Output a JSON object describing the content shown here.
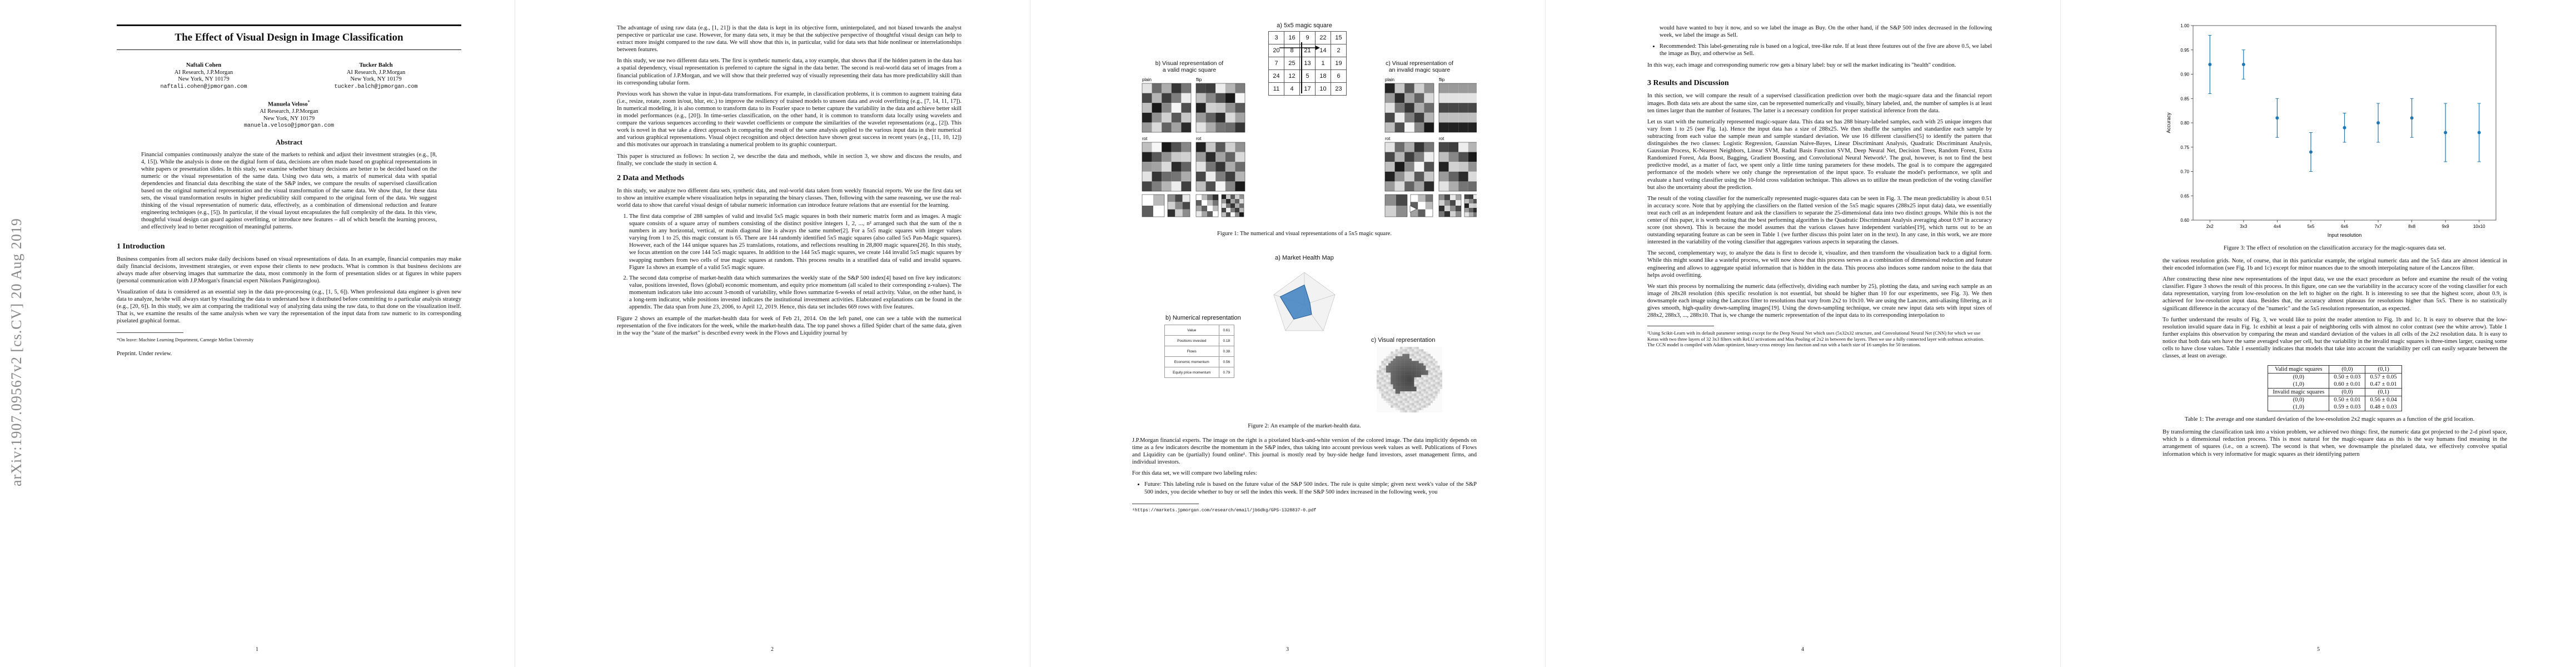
{
  "sidebar": {
    "arxiv_id": "arXiv:1907.09567v2  [cs.CV]  20 Aug 2019"
  },
  "page1": {
    "title": "The Effect of Visual Design in Image Classification",
    "authors": [
      {
        "name": "Naftali Cohen",
        "affil": "AI Research, J.P.Morgan",
        "city": "New York, NY 10179",
        "email": "naftali.cohen@jpmorgan.com"
      },
      {
        "name": "Tucker Balch",
        "affil": "AI Research, J.P.Morgan",
        "city": "New York, NY 10179",
        "email": "tucker.balch@jpmorgan.com"
      },
      {
        "name": "Manuela Veloso",
        "affil": "AI Research, J.P.Morgan",
        "city": "New York, NY 10179",
        "email": "manuela.veloso@jpmorgan.com"
      }
    ],
    "abstract_title": "Abstract",
    "abstract": "Financial companies continuously analyze the state of the markets to rethink and adjust their investment strategies (e.g., [8, 4, 15]). While the analysis is done on the digital form of data, decisions are often made based on graphical representations in white papers or presentation slides. In this study, we examine whether binary decisions are better to be decided based on the numeric or the visual representation of the same data. Using two data sets, a matrix of numerical data with spatial dependencies and financial data describing the state of the S&P index, we compare the results of supervised classification based on the original numerical representation and the visual transformation of the same data. We show that, for these data sets, the visual transformation results in higher predictability skill compared to the original form of the data. We suggest thinking of the visual representation of numeric data, effectively, as a combination of dimensional reduction and feature engineering techniques (e.g., [5]). In particular, if the visual layout encapsulates the full complexity of the data. In this view, thoughtful visual design can guard against overfitting, or introduce new features – all of which benefit the learning process, and effectively lead to better recognition of meaningful patterns.",
    "intro_title": "1   Introduction",
    "intro_p1": "Business companies from all sectors make daily decisions based on visual representations of data. In an example, financial companies may make daily financial decisions, investment strategies, or even expose their clients to new products. What is common is that business decisions are always made after observing images that summarize the data, most commonly in the form of presentation slides or at figures in white papers (personal communication with J.P.Morgan's financial expert Nikolaos Panigirtzoglou).",
    "intro_p2": "Visualization of data is considered as an essential step in the data pre-processing (e.g., [1, 5, 6]). When professional data engineer is given new data to analyze, he/she will always start by visualizing the data to understand how it distributed before committing to a particular analysis strategy (e.g., [20, 6]). In this study, we aim at comparing the traditional way of analyzing data using the raw data, to that done on the visualization itself. That is, we examine the results of the same analysis when we vary the representation of the input data from raw numeric to its corresponding pixelated graphical format.",
    "footnote": "*On leave: Machine Learning Department, Carnegie Mellon University",
    "preprint": "Preprint. Under review."
  },
  "page2": {
    "p1": "The advantage of using raw data (e.g., [1, 21]) is that the data is kept in its objective form, uninterpolated, and not biased towards the analyst perspective or particular use case. However, for many data sets, it may be that the subjective perspective of thoughtful visual design can help to extract more insight compared to the raw data. We will show that this is, in particular, valid for data sets that hide nonlinear or interrelationships between features.",
    "p2": "In this study, we use two different data sets. The first is synthetic numeric data, a toy example, that shows that if the hidden pattern in the data has a spatial dependency, visual representation is preferred to capture the signal in the data better. The second is real-world data set of images from a financial publication of J.P.Morgan, and we will show that their preferred way of visually representing their data has more predictability skill than its corresponding tabular form.",
    "p3": "Previous work has shown the value in input-data transformations. For example, in classification problems, it is common to augment training data (i.e., resize, rotate, zoom in/out, blur, etc.) to improve the resiliency of trained models to unseen data and avoid overfitting (e.g., [7, 14, 11, 17]). In numerical modeling, it is also common to transform data to its Fourier space to better capture the variability in the data and achieve better skill in model performances (e.g., [20]). In time-series classification, on the other hand, it is common to transform data locally using wavelets and compare the various sequences according to their wavelet coefficients or compute the similarities of the wavelet representations (e.g., [2]). This work is novel in that we take a direct approach in comparing the result of the same analysis applied to the various input data in their numerical and various graphical representations. Visual object recognition and object detection have shown great success in recent years (e.g., [11, 10, 12]) and this motivates our approach in translating a numerical problem to its graphic counterpart.",
    "p4": "This paper is structured as follows: In section 2, we describe the data and methods, while in section 3, we show and discuss the results, and finally, we conclude the study in section 4.",
    "sec2_title": "2   Data and Methods",
    "sec2_p1": "In this study, we analyze two different data sets, synthetic data, and real-world data taken from weekly financial reports. We use the first data set to show an intuitive example where visualization helps in separating the binary classes. Then, following with the same reasoning, we use the real-world data to show that careful visual design of tabular numeric information can introduce feature relations that are essential for the learning.",
    "item1": "The first data comprise of 288 samples of valid and invalid 5x5 magic squares in both their numeric matrix form and as images. A magic square consists of a square array of numbers consisting of the distinct positive integers 1, 2, ..., n² arranged such that the sum of the n numbers in any horizontal, vertical, or main diagonal line is always the same number[2]. For a 5x5 magic squares with integer values varying from 1 to 25, this magic constant is 65. There are 144 randomly identified 5x5 magic squares (also called 5x5 Pan-Magic squares). However, each of the 144 unique squares has 25 translations, rotations, and reflections resulting in 28,800 magic squares[26]. In this study, we focus attention on the core 144 5x5 magic squares. In addition to the 144 5x5 magic squares, we create 144 invalid 5x5 magic squares by swapping numbers from two cells of true magic squares at random. This process results in a stratified data of valid and invalid squares. Figure 1a shows an example of a valid 5x5 magic square.",
    "item2": "The second data comprise of market-health data which summarizes the weekly state of the S&P 500 index[4] based on five key indicators: value, positions invested, flows (global) economic momentum, and equity price momentum (all scaled to their corresponding z-values). The momentum indicators take into account 3-month of variability, while flows summarize 6-weeks of retail activity. Value, on the other hand, is a long-term indicator, while positions invested indicates the institutional investment activities. Elaborated explanations can be found in the appendix. The data span from June 23, 2006, to April 12, 2019. Hence, this data set includes 669 rows with five features.",
    "p_after": "Figure 2 shows an example of the market-health data for week of Feb 21, 2014. On the left panel, one can see a table with the numerical representation of the five indicators for the week, while the market-health data. The top panel shows a filled Spider chart of the same data, given in the way the \"state of the market\" is described every week in the Flows and Liquidity journal by"
  },
  "page3": {
    "fig1": {
      "label_a": "a) 5x5 magic square",
      "label_b": "b) Visual representation of a valid magic square",
      "label_c": "c) Visual representation of an invalid magic square",
      "magic_rows": [
        [
          3,
          16,
          9,
          22,
          15
        ],
        [
          20,
          8,
          21,
          14,
          2
        ],
        [
          7,
          25,
          13,
          1,
          19
        ],
        [
          24,
          12,
          5,
          18,
          6
        ],
        [
          11,
          4,
          17,
          10,
          23
        ]
      ],
      "plain": "plain",
      "flip": "flip",
      "rot": "rot",
      "caption": "Figure 1: The numerical and visual representations of a 5x5 magic square."
    },
    "fig2": {
      "label_a": "a) Market Health Map",
      "label_b": "b) Numerical representation",
      "label_c": "c) Visual representation",
      "table_rows": [
        [
          "Value",
          "0.61"
        ],
        [
          "Positions invested",
          "0.18"
        ],
        [
          "Flows",
          "0.38"
        ],
        [
          "Economic momentum",
          "0.56"
        ],
        [
          "Equity price momentum",
          "0.79"
        ]
      ],
      "caption": "Figure 2: An example of the market-health data."
    },
    "p1": "J.P.Morgan financial experts. The image on the right is a pixelated black-and-white version of the colored image. The data implicitly depends on time as a few indicators describe the momentum in the S&P index, thus taking into account previous week values as well. Publications of Flows and Liquidity can be (partially) found online¹. This journal is mostly read by buy-side hedge fund investors, asset management firms, and individual investors.",
    "p2": "For this data set, we will compare two labeling rules:",
    "bullet1": "Future: This labeling rule is based on the future value of the S&P 500 index. The rule is quite simple; given next week's value of the S&P 500 index, you decide whether to buy or sell the index this week. If the S&P 500 index increased in the following week, you",
    "footnote": "¹https://markets.jpmorgan.com/research/email/jb6dkg/GPS-1328837-0.pdf"
  },
  "page4": {
    "p0": "would have wanted to buy it now, and so we label the image as Buy. On the other hand, if the S&P 500 index decreased in the following week, we label the image as Sell.",
    "bullet2": "Recommended: This label-generating rule is based on a logical, tree-like rule. If at least three features out of the five are above 0.5, we label the image as Buy, and otherwise as Sell.",
    "p1": "In this way, each image and corresponding numeric row gets a binary label: buy or sell the market indicating its \"health\" condition.",
    "sec3_title": "3   Results and Discussion",
    "p2": "In this section, we will compare the result of a supervised classification prediction over both the magic-square data and the financial report images. Both data sets are about the same size, can be represented numerically and visually, binary labeled, and, the number of samples is at least ten times larger than the number of features. The latter is a necessary condition for proper statistical inference from the data.",
    "p3": "Let us start with the numerically represented magic-square data. This data set has 288 binary-labeled samples, each with 25 unique integers that vary from 1 to 25 (see Fig. 1a). Hence the input data has a size of 288x25. We then shuffle the samples and standardize each sample by subtracting from each value the sample mean and sample standard deviation. We use 16 different classifiers[5] to identify the pattern that distinguishes the two classes: Logistic Regression, Gaussian Naive-Bayes, Linear Discriminant Analysis, Quadratic Discriminant Analysis, Gaussian Process, K-Nearest Neighbors, Linear SVM, Radial Basis Function SVM, Deep Neural Net, Decision Trees, Random Forest, Extra Randomized Forest, Ada Boost, Bagging, Gradient Boosting, and Convolutional Neural Network². The goal, however, is not to find the best predictive model, as a matter of fact, we spent only a little time tuning parameters for these models. The goal is to compare the aggregated performance of the models where we only change the representation of the input space. To evaluate the model's performance, we split and evaluate a hard voting classifier using the 10-fold cross validation technique. This allows us to utilize the mean prediction of the voting classifier but also the uncertainty about the prediction.",
    "p4": "The result of the voting classifier for the numerically represented magic-squares data can be seen in Fig. 3. The mean predictability is about 0.51 in accuracy score. Note that by applying the classifiers on the flatted version of the 5x5 magic squares (288x25 input data) data, we essentially treat each cell as an independent feature and ask the classifiers to separate the 25-dimensional data into two distinct groups. While this is not the center of this paper, it is worth noting that the best performing algorithm is the Quadratic Discriminant Analysis averaging about 0.97 in accuracy score (not shown). This is because the model assumes that the various classes have independent variables[19], which turns out to be an outstanding separating feature as can be seen in Table 1 (we further discuss this point later on in the text). In any case, in this work, we are more interested in the variability of the voting classifier that aggregates various aspects in separating the classes.",
    "p5": "The second, complementary way, to analyze the data is first to decode it, visualize, and then transform the visualization back to a digital form. While this might sound like a wasteful process, we will now show that this process serves as a combination of dimensional reduction and feature engineering and allows to aggregate spatial information that is hidden in the data. This process also induces some random noise to the data that helps avoid overfitting.",
    "p6": "We start this process by normalizing the numeric data (effectively, dividing each number by 25), plotting the data, and saving each sample as an image of 28x28 resolution (this specific resolution is not essential, but should be higher than 10 for our experiments, see Fig. 3). We then downsample each image using the Lanczos filter to resolutions that vary from 2x2 to 10x10. We are using the Lanczos, anti-aliasing filtering, as it gives smooth, high-quality down-sampling images[19]. Using the down-sampling technique, we create new input data sets with input sizes of 288x2, 288x3, ..., 288x10. That is, we change the numeric representation of the input data to its corresponding interpolation to",
    "footnote": "²Using Scikit-Learn with its default parameter settings except for the Deep Neural Net which uses (5x32x32 structure, and Convolutional Neural Net (CNN) for which we use Keras with two three layers of 32 3x3 filters with ReLU activations and Max Pooling of 2x2 in between the layers. Then we use a fully connected layer with softmax activation. The CCN model is compiled with Adam optimizer, binary-cross entropy loss function and run with a batch size of 16 samples for 50 iterations."
  },
  "page5": {
    "chart_data": {
      "type": "scatter",
      "x": [
        "2x2",
        "3x3",
        "4x4",
        "5x5",
        "6x6",
        "7x7",
        "8x8",
        "9x9",
        "10x10"
      ],
      "values": [
        0.92,
        0.92,
        0.81,
        0.74,
        0.79,
        0.8,
        0.81,
        0.78,
        0.78
      ],
      "err": [
        0.06,
        0.03,
        0.04,
        0.04,
        0.03,
        0.04,
        0.04,
        0.06,
        0.06
      ],
      "ylabel": "Accuracy",
      "xlabel": "Input resolution",
      "ylim": [
        0.6,
        1.0
      ],
      "grid": false,
      "color": "#1f77b4"
    },
    "fig3_caption": "Figure 3: The effect of resolution on the classification accuracy for the magic-squares data set.",
    "p1": "the various resolution grids. Note, of course, that in this particular example, the original numeric data and the 5x5 data are almost identical in their encoded information (see Fig. 1b and 1c) except for minor nuances due to the smooth interpolating nature of the Lanczos filter.",
    "p2": "After constructing these nine new representations of the input data, we use the exact procedure as before and examine the result of the voting classifier. Figure 3 shows the result of this process. In this figure, one can see the variability in the accuracy score of the voting classifier for each data representation, varying from low-resolution on the left to higher on the right. It is interesting to see that the highest score, about 0.9, is achieved for low-resolution input data. Besides that, the accuracy almost plateaus for resolutions higher than 5x5. There is no statistically significant difference in the accuracy of the \"numeric\" and the 5x5 resolution representation, as expected.",
    "p3": "To further understand the results of Fig. 3, we would like to point the reader attention to Fig. 1b and 1c. It is easy to observe that the low-resolution invalid square data in Fig. 1c exhibit at least a pair of neighboring cells with almost no color contrast (see the white arrow). Table 1 further explains this observation by comparing the mean and standard deviation of the values in all cells of the 2x2 resolution data. It is easy to notice that both data sets have the same averaged value per cell, but the variability in the invalid magic squares is three-times larger, causing some cells to have close values. Table 1 essentially indicates that models that take into account the variability per cell can easily separate between the classes, at least on average.",
    "table_rows": [
      [
        "Valid magic squares",
        "(0,0)",
        "(0,1)"
      ],
      [
        "(0,0)",
        "0.50 ± 0.03",
        "0.57 ± 0.05"
      ],
      [
        "(1,0)",
        "0.60 ± 0.01",
        "0.47 ± 0.01"
      ],
      [
        "Invalid magic squares",
        "(0,0)",
        "(0,1)"
      ],
      [
        "(0,0)",
        "0.50 ± 0.01",
        "0.56 ± 0.04"
      ],
      [
        "(1,0)",
        "0.59 ± 0.03",
        "0.48 ± 0.03"
      ]
    ],
    "table_caption": "Table 1: The average and one standard deviation of the low-resolution 2x2 magic squares as a function of the grid location.",
    "p4": "By transforming the classification task into a vision problem, we achieved two things: first, the numeric data got projected to the 2-d pixel space, which is a dimensional reduction process. This is most natural for the magic-square data as this is the way humans find meaning in the arrangement of squares (i.e., on a screen). The second is that when, we downsample the pixelated data, we effectively convolve spatial information which is very informative for magic squares as their identifying pattern"
  },
  "page_numbers": [
    "1",
    "2",
    "3",
    "4",
    "5"
  ]
}
